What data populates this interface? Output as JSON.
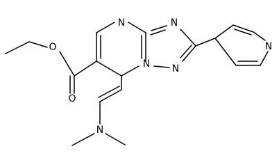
{
  "atoms": {
    "n_pyrimidine": "N",
    "n_triazole_top": "N",
    "n_bridge": "N",
    "n_triazole_bottom": "N",
    "n_pyridine": "N",
    "o_ester": "O",
    "o_carbonyl": "O",
    "n_amine": "N"
  },
  "colors": {
    "bond": "#000000",
    "label": "#000000",
    "background": "#ffffff"
  }
}
